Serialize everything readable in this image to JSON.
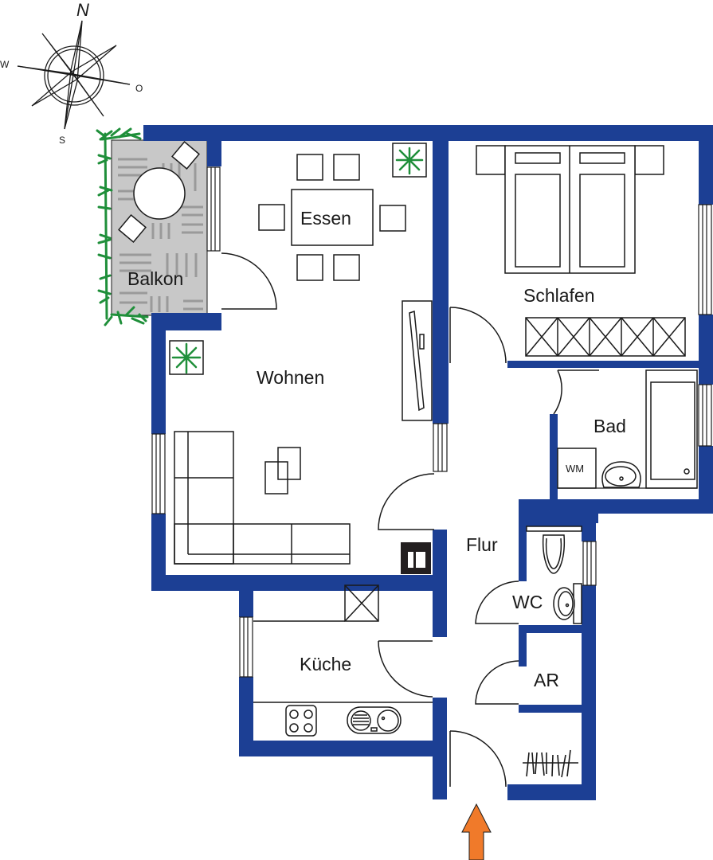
{
  "colors": {
    "wall": "#1c3f94",
    "line": "#1a1a1a",
    "balcony_floor": "#c8c8c8",
    "balcony_stripes": "#9a9a9a",
    "plant": "#1f8f3a",
    "entrance_arrow": "#f07a2a",
    "chimney": "#231f20"
  },
  "compass": {
    "north": "N",
    "east": "O",
    "south": "S",
    "west": "W"
  },
  "rooms": {
    "balkon": "Balkon",
    "essen": "Essen",
    "wohnen": "Wohnen",
    "schlafen": "Schlafen",
    "bad": "Bad",
    "flur": "Flur",
    "wc": "WC",
    "kueche": "Küche",
    "ar": "AR"
  },
  "fixtures": {
    "washing_machine": "WM"
  },
  "icons": {
    "compass": "compass-rose-icon",
    "entrance": "entrance-arrow-icon",
    "plant": "plant-icon",
    "stove": "stove-icon",
    "sink": "sink-icon",
    "toilet": "toilet-icon",
    "bathtub": "bathtub-icon",
    "wardrobe": "wardrobe-icon",
    "coat_rack": "coat-rack-icon",
    "tv": "tv-icon",
    "chimney": "chimney-icon"
  }
}
